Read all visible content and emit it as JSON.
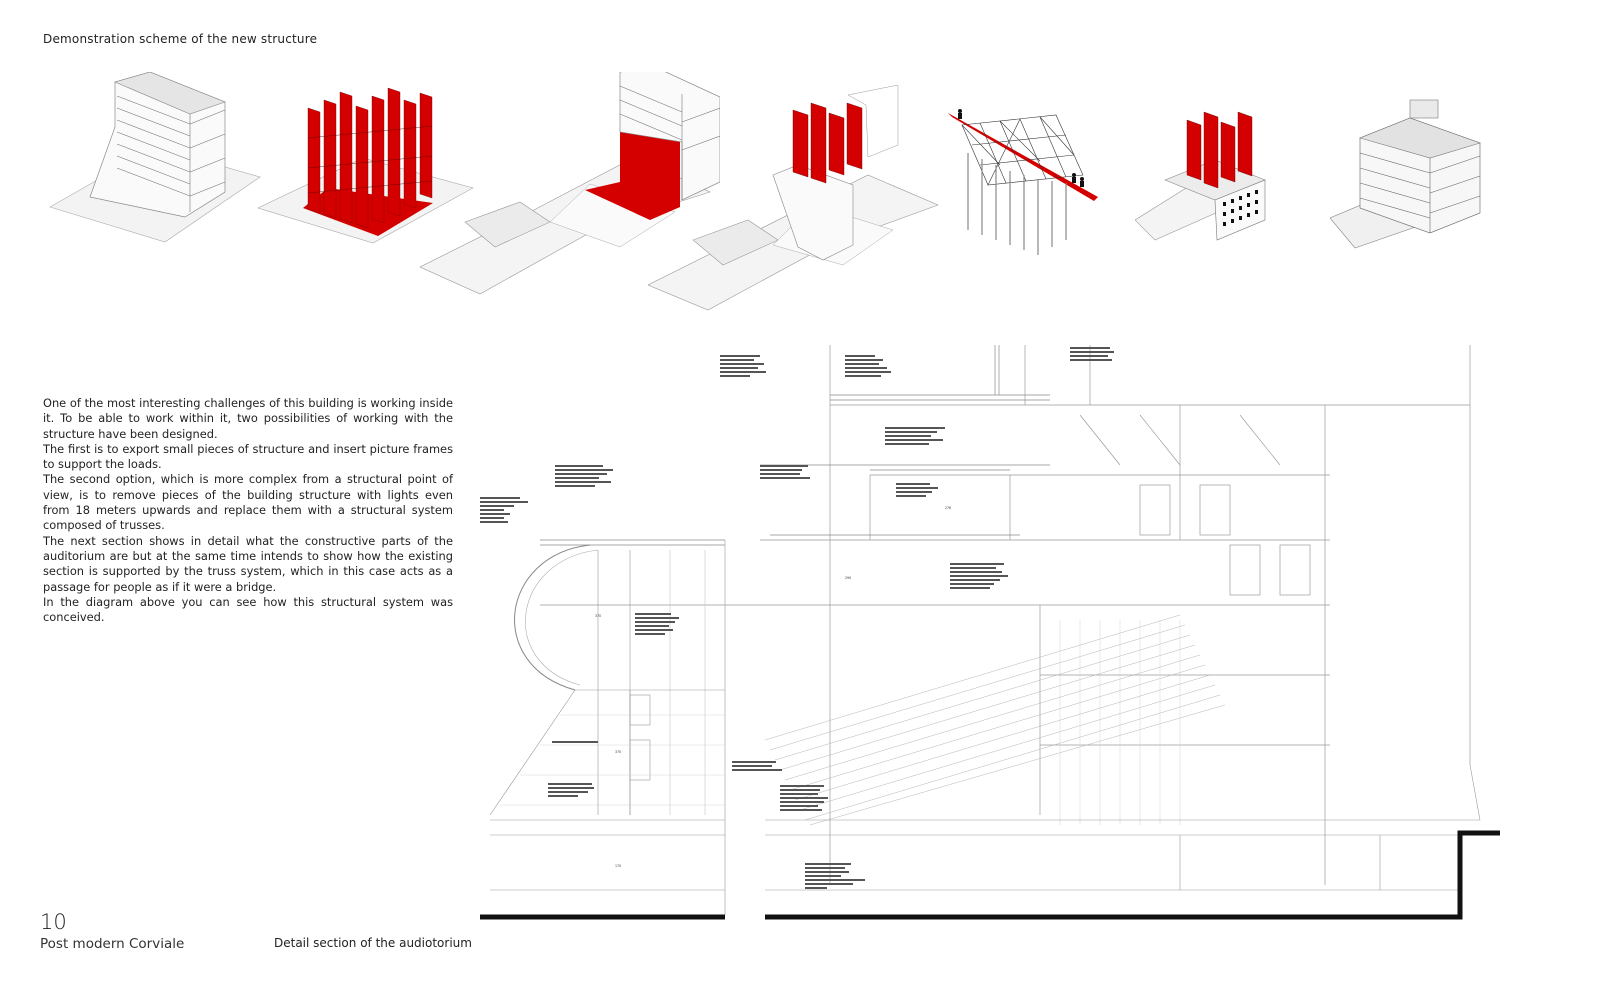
{
  "heading": "Demonstration scheme of the new structure",
  "axonometrics": [
    {
      "id": "step-1",
      "icon": "building-axonometric-icon",
      "highlight": "none"
    },
    {
      "id": "step-2",
      "icon": "red-frames-axonometric-icon",
      "highlight": "frames"
    },
    {
      "id": "step-3",
      "icon": "building-red-base-icon",
      "highlight": "base"
    },
    {
      "id": "step-4",
      "icon": "building-red-top-icon",
      "highlight": "top"
    },
    {
      "id": "step-5",
      "icon": "truss-bridge-icon",
      "highlight": "bridge"
    },
    {
      "id": "step-6",
      "icon": "building-red-crown-icon",
      "highlight": "crown"
    },
    {
      "id": "step-7",
      "icon": "completed-building-icon",
      "highlight": "none"
    }
  ],
  "body_paragraphs": [
    "One of the most interesting challenges of this building is working inside it. To be able to work within it, two possibilities of working with the structure have been designed.",
    "The first is to export small pieces of structure and insert picture frames to support the loads.",
    "The second option, which is more complex from a structural point of view, is to remove pieces of the building structure with lights even from 18 meters upwards and replace them with a structural system composed of trusses.",
    "The next section shows in detail what the constructive parts of the auditorium are but at the same time intends to show how the existing section is supported by the truss system, which in this case acts as a passage for people as if it were a bridge.",
    "In the diagram above you can see how this structural system was conceived."
  ],
  "section_dimensions": [
    "276",
    "290",
    "370",
    "370",
    "170"
  ],
  "page_number": "10",
  "project_title": "Post modern Corviale",
  "section_caption": "Detail section of the audiotorium",
  "colors": {
    "accent_red": "#d40000",
    "line_gray": "#9a9a9a",
    "ink": "#111111"
  }
}
